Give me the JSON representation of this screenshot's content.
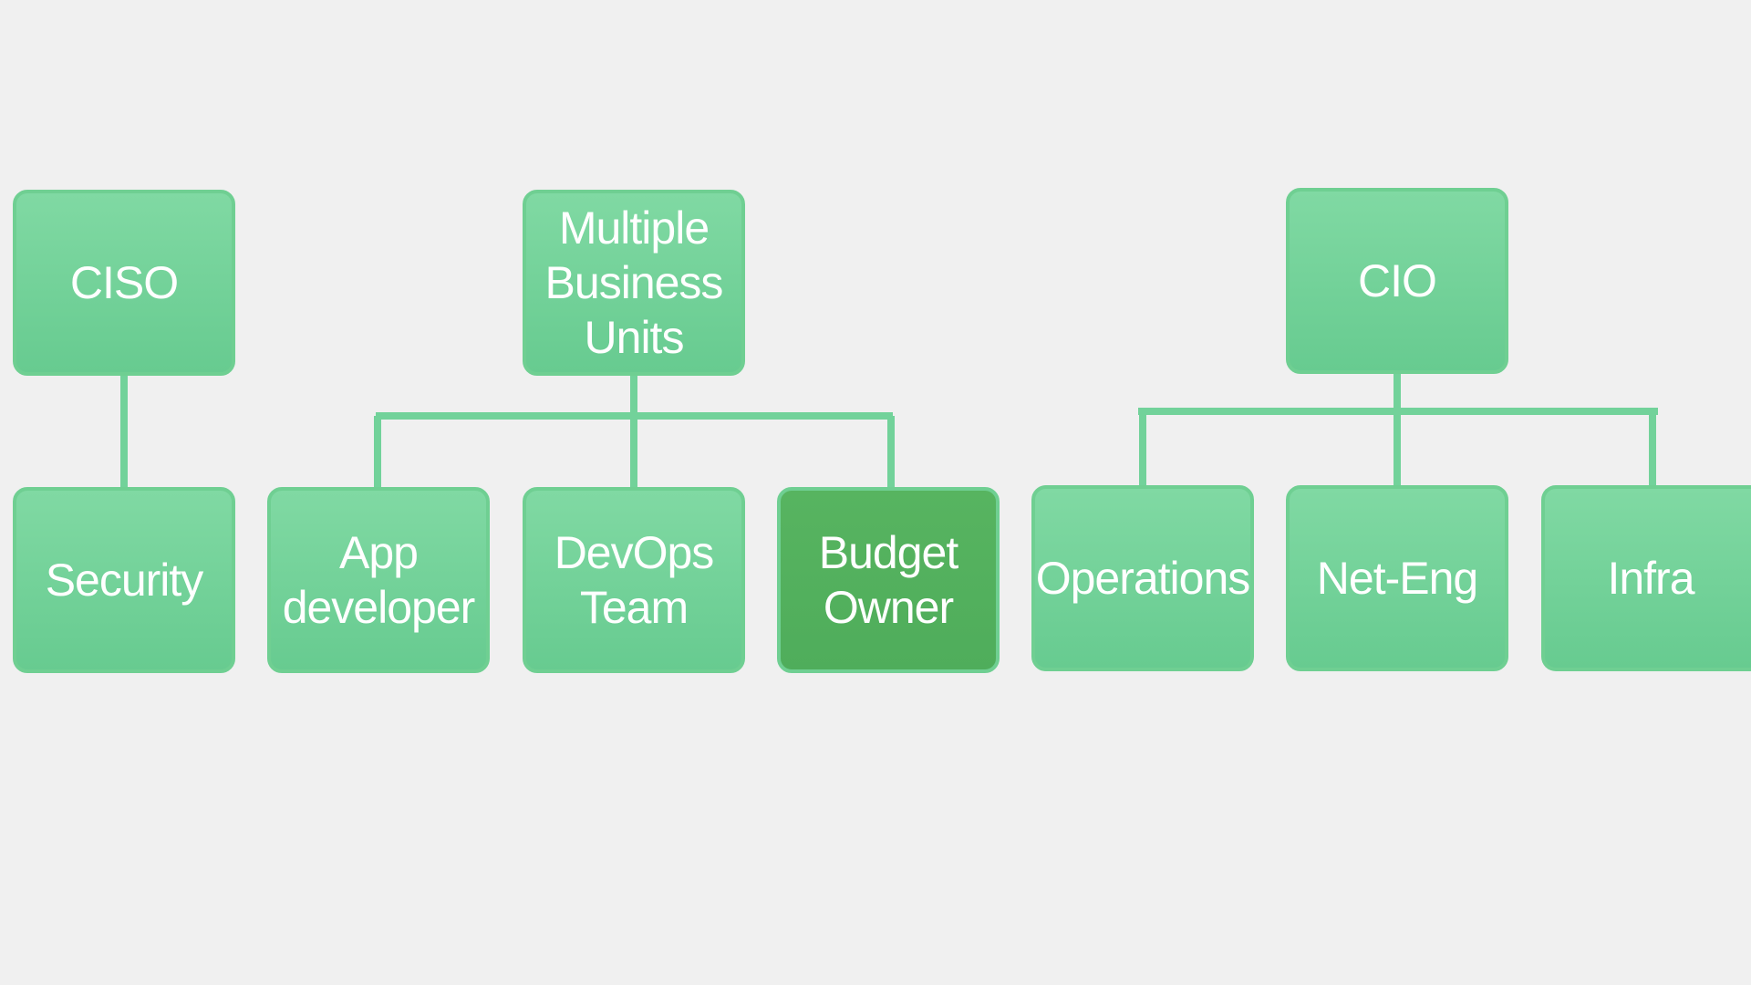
{
  "diagram": {
    "nodes": {
      "ciso": "CISO",
      "mbu": "Multiple\nBusiness\nUnits",
      "cio": "CIO",
      "security": "Security",
      "app_developer": "App\ndeveloper",
      "devops_team": "DevOps\nTeam",
      "budget_owner": "Budget\nOwner",
      "operations": "Operations",
      "net_eng": "Net-Eng",
      "infra": "Infra"
    },
    "colors": {
      "node_fill": "#72d29a",
      "node_border": "#6fcf92",
      "highlight_fill": "#52b05d",
      "connector": "#72d29a",
      "background": "#f0f0f0",
      "text": "#ffffff"
    }
  }
}
